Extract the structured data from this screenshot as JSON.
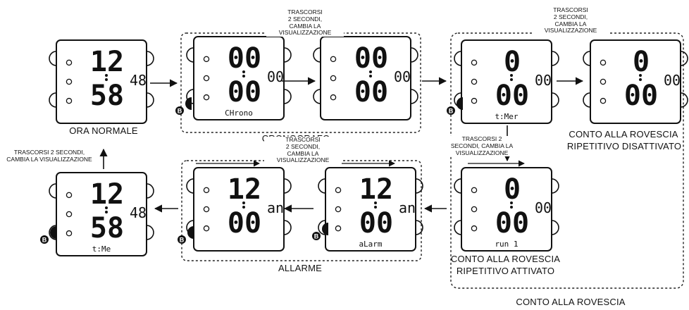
{
  "labels": {
    "ora_normale": "ORA NORMALE",
    "cronografo": "CRONOGRAFO",
    "conto_disattivato_1": "CONTO ALLA ROVESCIA",
    "conto_disattivato_2": "RIPETITIVO DISATTIVATO",
    "conto_attivato_1": "CONTO ALLA ROVESCIA",
    "conto_attivato_2": "RIPETITIVO ATTIVATO",
    "allarme": "ALLARME",
    "conto_alla_rovescia": "CONTO ALLA ROVESCIA"
  },
  "notes": {
    "top_chrono": [
      "TRASCORSI",
      "2 SECONDI,",
      "CAMBIA LA",
      "VISUALIZZAZIONE"
    ],
    "top_timer": [
      "TRASCORSI",
      "2 SECONDI,",
      "CAMBIA LA",
      "VISUALIZZAZIONE"
    ],
    "left_time": [
      "TRASCORSI 2 SECONDI,",
      "CAMBIA LA VISUALIZZAZIONE"
    ],
    "middle_timer": [
      "TRASCORSI 2",
      "SECONDI, CAMBIA LA",
      "VISUALIZZAZIONE"
    ],
    "alarm_middle": [
      "TRASCORSI",
      "2 SECONDI,",
      "CAMBIA LA",
      "VISUALIZZAZIONE"
    ]
  },
  "button_label": "B",
  "watches": [
    {
      "id": "watch-ora-normale",
      "top": "12",
      "bottom": "58",
      "side": "48",
      "mode": ""
    },
    {
      "id": "watch-crono-1",
      "top": "00",
      "bottom": "00",
      "side": "00",
      "mode": "CHrono"
    },
    {
      "id": "watch-crono-2",
      "top": "00",
      "bottom": "00",
      "side": "00",
      "mode": ""
    },
    {
      "id": "watch-timer",
      "top": "0",
      "bottom": "00",
      "side": "00",
      "mode": "t:Mer"
    },
    {
      "id": "watch-timer-off",
      "top": "0",
      "bottom": "00",
      "side": "00",
      "mode": ""
    },
    {
      "id": "watch-timer-on",
      "top": "0",
      "bottom": "00",
      "side": "00",
      "mode": "run  1"
    },
    {
      "id": "watch-alarm-2",
      "top": "12",
      "bottom": "00",
      "side": "an",
      "mode": "aLarm"
    },
    {
      "id": "watch-alarm-1",
      "top": "12",
      "bottom": "00",
      "side": "an",
      "mode": ""
    },
    {
      "id": "watch-time",
      "top": "12",
      "bottom": "58",
      "side": "48",
      "mode": "t:Me"
    }
  ]
}
